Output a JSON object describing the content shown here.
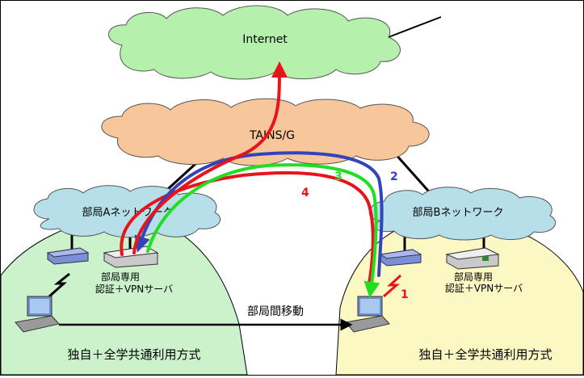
{
  "clouds": {
    "internet": "Internet",
    "tains": "TAINS/G",
    "dept_a": "部局Aネットワーク",
    "dept_b": "部局Bネットワーク"
  },
  "servers": {
    "a_line1": "部局専用",
    "a_line2": "認証＋VPNサーバ",
    "b_line1": "部局専用",
    "b_line2": "認証＋VPNサーバ"
  },
  "zones": {
    "left": "独自＋全学共通利用方式",
    "right": "独自＋全学共通利用方式"
  },
  "move_label": "部局間移動",
  "paths": [
    {
      "label": "1",
      "color": "#e8141b"
    },
    {
      "label": "2",
      "color": "#3344bb"
    },
    {
      "label": "3",
      "color": "#22dd22"
    },
    {
      "label": "4",
      "color": "#e8141b"
    }
  ],
  "colors": {
    "internet_cloud": "#b5f0ad",
    "tains_cloud": "#f7c69a",
    "dept_cloud": "#b6dfe9",
    "left_zone": "#ccf2cc",
    "right_zone": "#fbf8c4"
  }
}
